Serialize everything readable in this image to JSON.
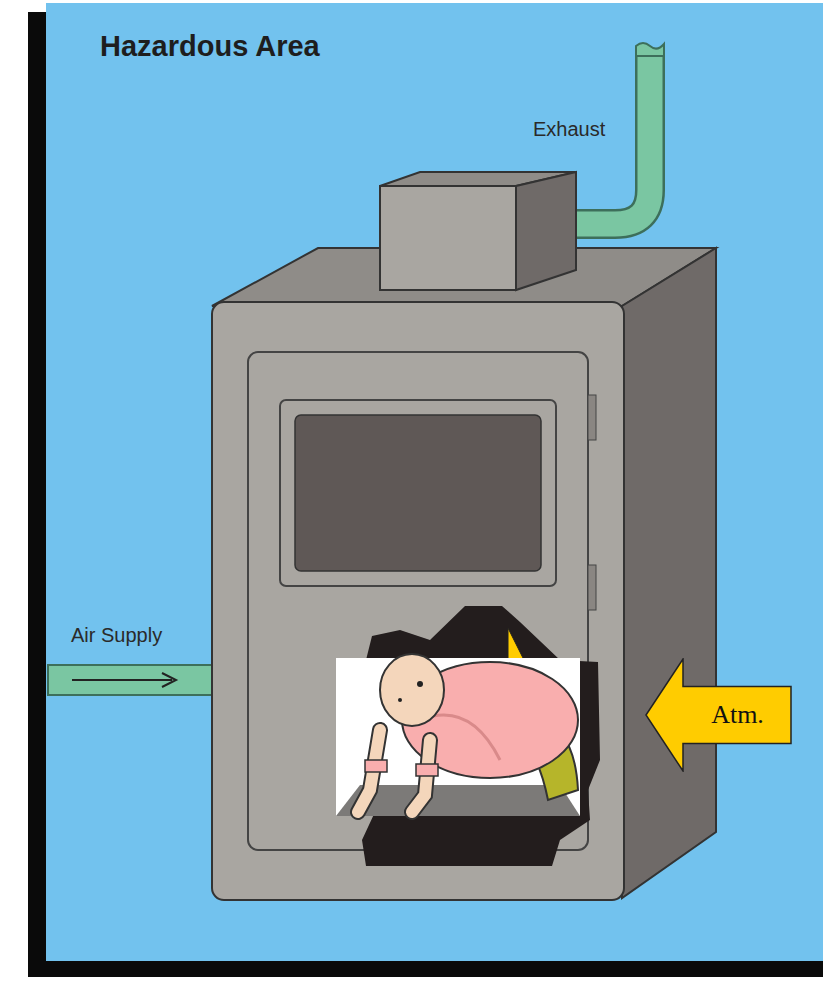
{
  "diagram": {
    "title": "Hazardous Area",
    "nodes": [
      {
        "text": [
          "Atm."
        ]
      }
    ],
    "labels": [
      "Exhaust",
      "Air Supply"
    ]
  }
}
